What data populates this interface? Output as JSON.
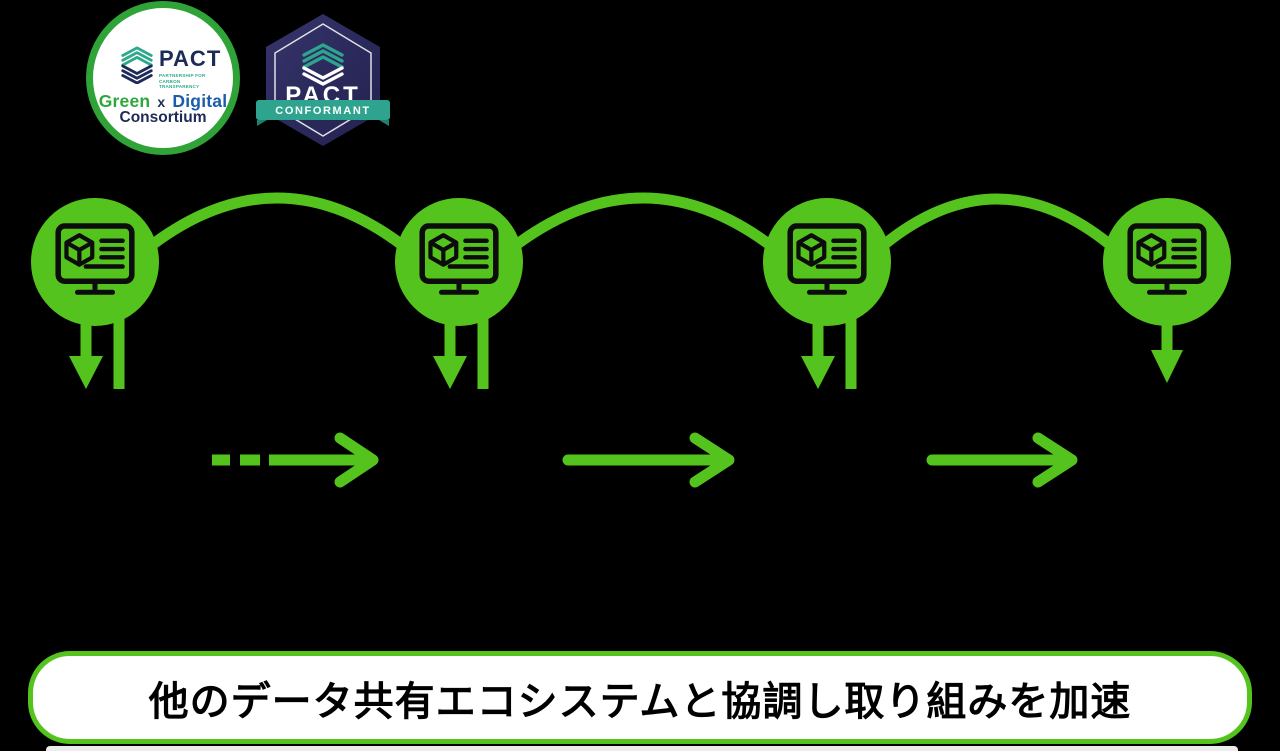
{
  "palette": {
    "background": "#000000",
    "diagram_green": "#55C31D",
    "icon_stroke": "#0C0C0C",
    "logo_ring_green": "#2FA238",
    "logo_navy": "#1E2A57",
    "logo_teal": "#2FA98C",
    "logo_green_text": "#2EA83C",
    "logo_blue_text": "#1A5DAB",
    "badge_navy": "#2B2A5C",
    "badge_ribbon_teal": "#2EA48E",
    "banner_bg": "#FFFFFF",
    "banner_border": "#55C31D",
    "banner_text_color": "#000000"
  },
  "logos": {
    "consortium": {
      "pact": "PACT",
      "subtitle": "PARTNERSHIP FOR CARBON TRANSPARENCY",
      "green": "Green",
      "x": "x",
      "digital": "Digital",
      "consortium": "Consortium"
    },
    "badge": {
      "pact": "PACT",
      "ribbon": "CONFORMANT"
    }
  },
  "diagram": {
    "nodes": [
      {
        "icon": "monitor-data-icon"
      },
      {
        "icon": "monitor-data-icon"
      },
      {
        "icon": "monitor-data-icon"
      },
      {
        "icon": "monitor-data-icon"
      }
    ],
    "connections": [
      {
        "type": "arc"
      },
      {
        "type": "arc"
      },
      {
        "type": "arc"
      }
    ],
    "down_arrows": 4,
    "flow_arrows": [
      {
        "style": "dashed-to-solid"
      },
      {
        "style": "solid"
      },
      {
        "style": "solid"
      }
    ]
  },
  "banner": {
    "text": "他のデータ共有エコシステムと協調し取り組みを加速"
  }
}
